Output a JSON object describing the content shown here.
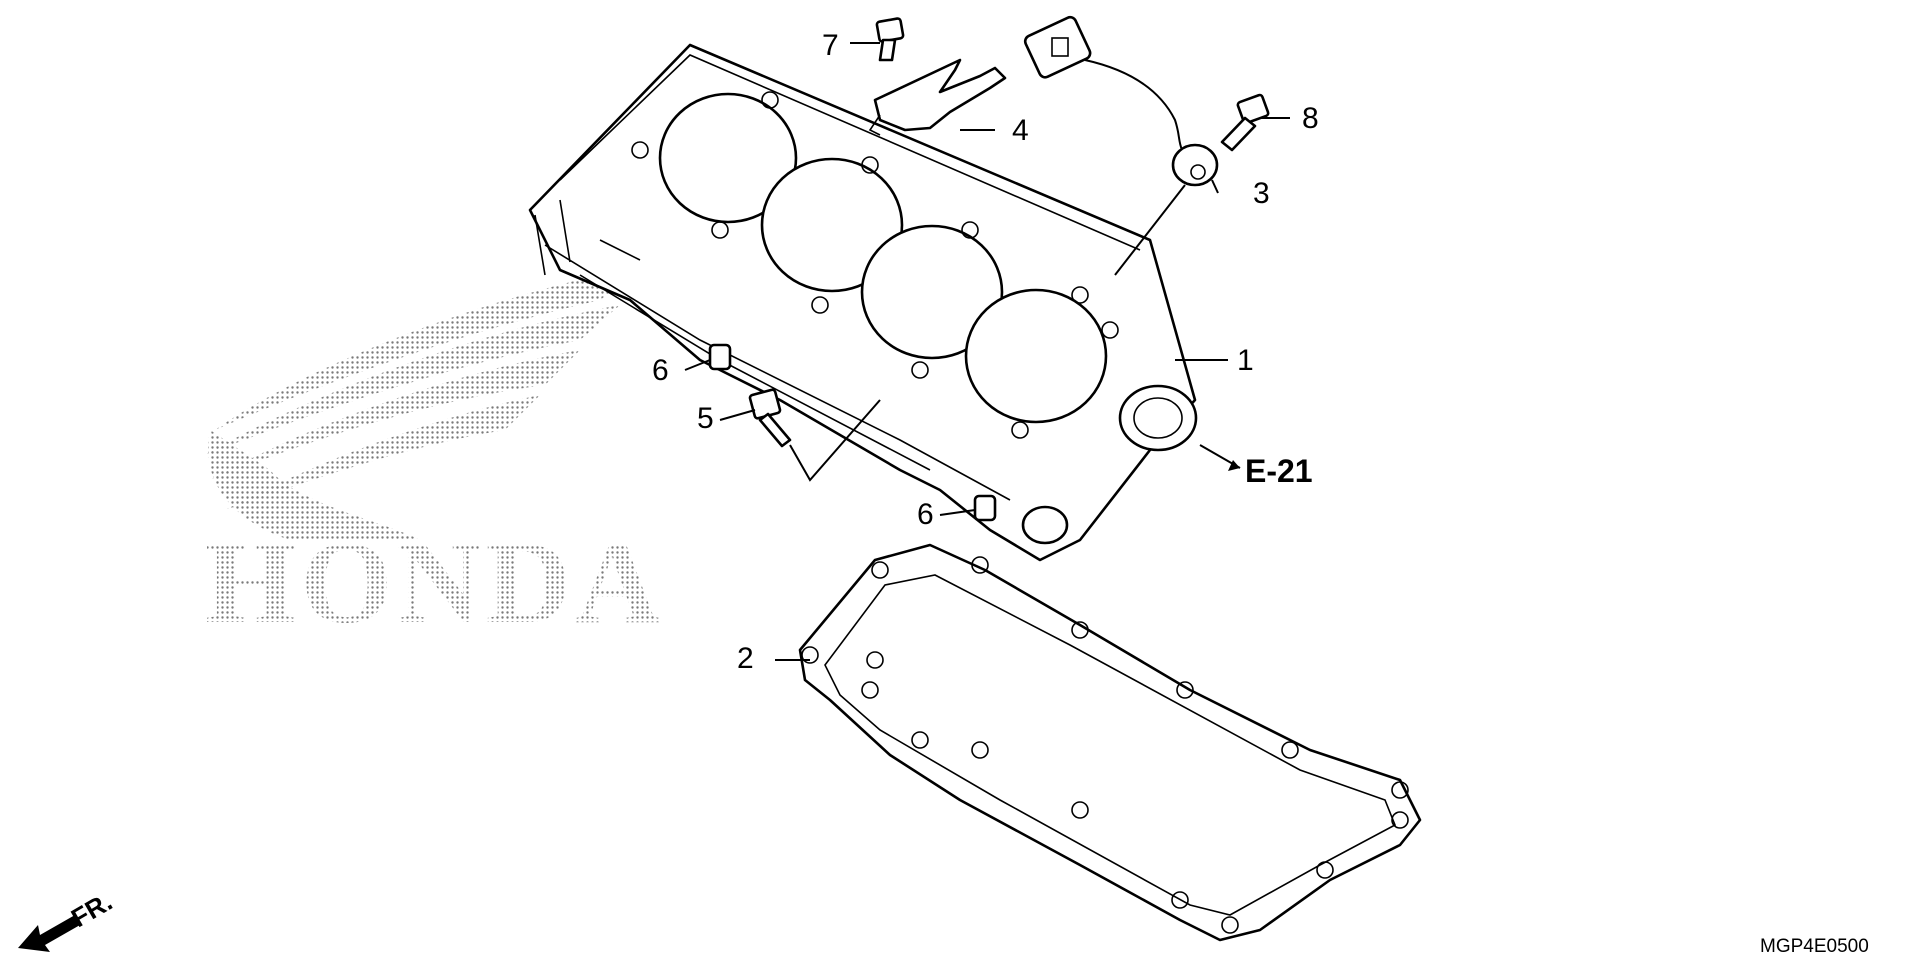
{
  "watermark": {
    "text": "HONDA"
  },
  "diagram_code": "MGP4E0500",
  "front_marker": {
    "text": "FR."
  },
  "reference": {
    "text": "E-21"
  },
  "callouts": [
    {
      "id": "c1",
      "text": "1"
    },
    {
      "id": "c2",
      "text": "2"
    },
    {
      "id": "c3",
      "text": "3"
    },
    {
      "id": "c4",
      "text": "4"
    },
    {
      "id": "c5",
      "text": "5"
    },
    {
      "id": "c6a",
      "text": "6"
    },
    {
      "id": "c6b",
      "text": "6"
    },
    {
      "id": "c7",
      "text": "7"
    },
    {
      "id": "c8",
      "text": "8"
    }
  ],
  "colors": {
    "line": "#000000",
    "background": "#ffffff",
    "watermark_dots": "#7a7a7a"
  }
}
